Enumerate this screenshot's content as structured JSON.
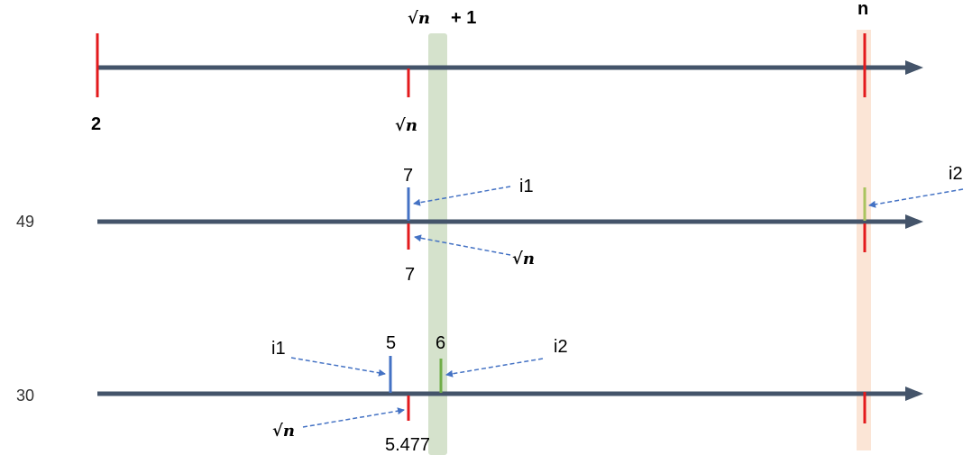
{
  "colors": {
    "axis": "#44546a",
    "red_tick": "#e31a1c",
    "blue_tick": "#4472c4",
    "green_tick": "#70ad47",
    "green_band": "#d5e2cc",
    "orange_band": "#fbe5d6",
    "arrow": "#4472c4"
  },
  "labels": {
    "top_band_label": "√n",
    "top_band_plus": "+ 1",
    "top_n": "n",
    "top_start": "2",
    "top_sqrt": "√n",
    "row2_value": "49",
    "row2_seven_top": "7",
    "row2_seven_bottom": "7",
    "row2_i1": "i1",
    "row2_i2": "i2",
    "row2_sqrt": "√n",
    "row3_value": "30",
    "row3_five": "5",
    "row3_six": "6",
    "row3_i1": "i1",
    "row3_i2": "i2",
    "row3_sqrt": "√n",
    "row3_sqrt_value": "5.477"
  }
}
